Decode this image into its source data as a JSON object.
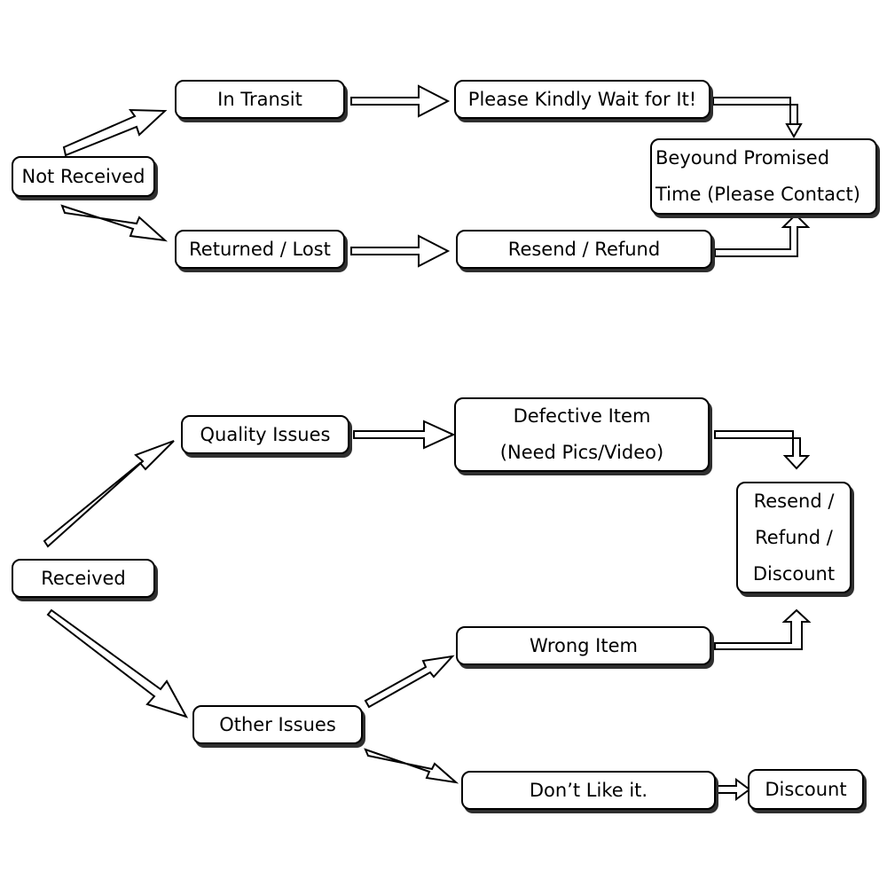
{
  "colors": {
    "line": "#000000",
    "box_fill": "#ffffff",
    "shadow": "#2f2f2f"
  },
  "not_received": {
    "root": "Not Received",
    "in_transit": "In Transit",
    "wait": "Please Kindly Wait for It!",
    "returned_lost": "Returned / Lost",
    "resend_refund": "Resend / Refund",
    "beyond_line1": "Beyound Promised",
    "beyond_line2": "Time (Please Contact)"
  },
  "received": {
    "root": "Received",
    "quality": "Quality Issues",
    "defective_line1": "Defective Item",
    "defective_line2": "(Need Pics/Video)",
    "outcome_line1": "Resend /",
    "outcome_line2": "Refund /",
    "outcome_line3": "Discount",
    "wrong_item": "Wrong Item",
    "other_issues": "Other Issues",
    "dont_like": "Don’t Like it.",
    "discount": "Discount"
  }
}
